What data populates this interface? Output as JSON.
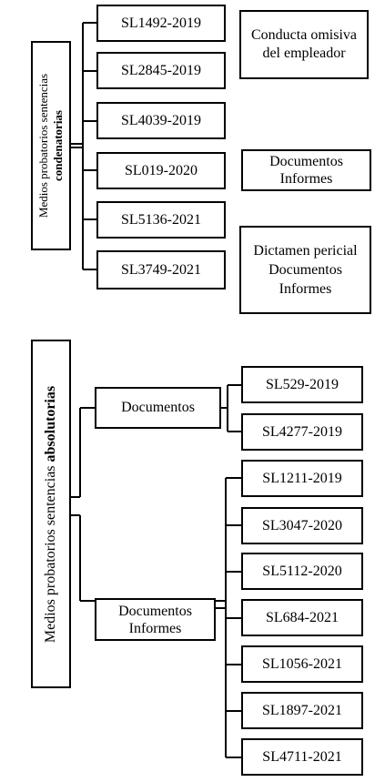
{
  "top": {
    "title_line1": "Medios probatorios sentencias",
    "title_line2": "condenatorias",
    "items": [
      "SL1492-2019",
      "SL2845-2019",
      "SL4039-2019",
      "SL019-2020",
      "SL5136-2021",
      "SL3749-2021"
    ],
    "notes": [
      [
        "Conducta omisiva",
        "del empleador"
      ],
      [
        "Documentos",
        "Informes"
      ],
      [
        "Dictamen pericial",
        "Documentos",
        "Informes"
      ]
    ]
  },
  "bottom": {
    "title_normal": "Medios probatorios sentencias ",
    "title_bold": "absolutorias",
    "group1": {
      "lines": [
        "Documentos"
      ],
      "items": [
        "SL529-2019",
        "SL4277-2019"
      ]
    },
    "group2": {
      "lines": [
        "Documentos",
        "Informes"
      ],
      "items": [
        "SL1211-2019",
        "SL3047-2020",
        "SL5112-2020",
        "SL684-2021",
        "SL1056-2021",
        "SL1897-2021",
        "SL4711-2021"
      ]
    }
  }
}
